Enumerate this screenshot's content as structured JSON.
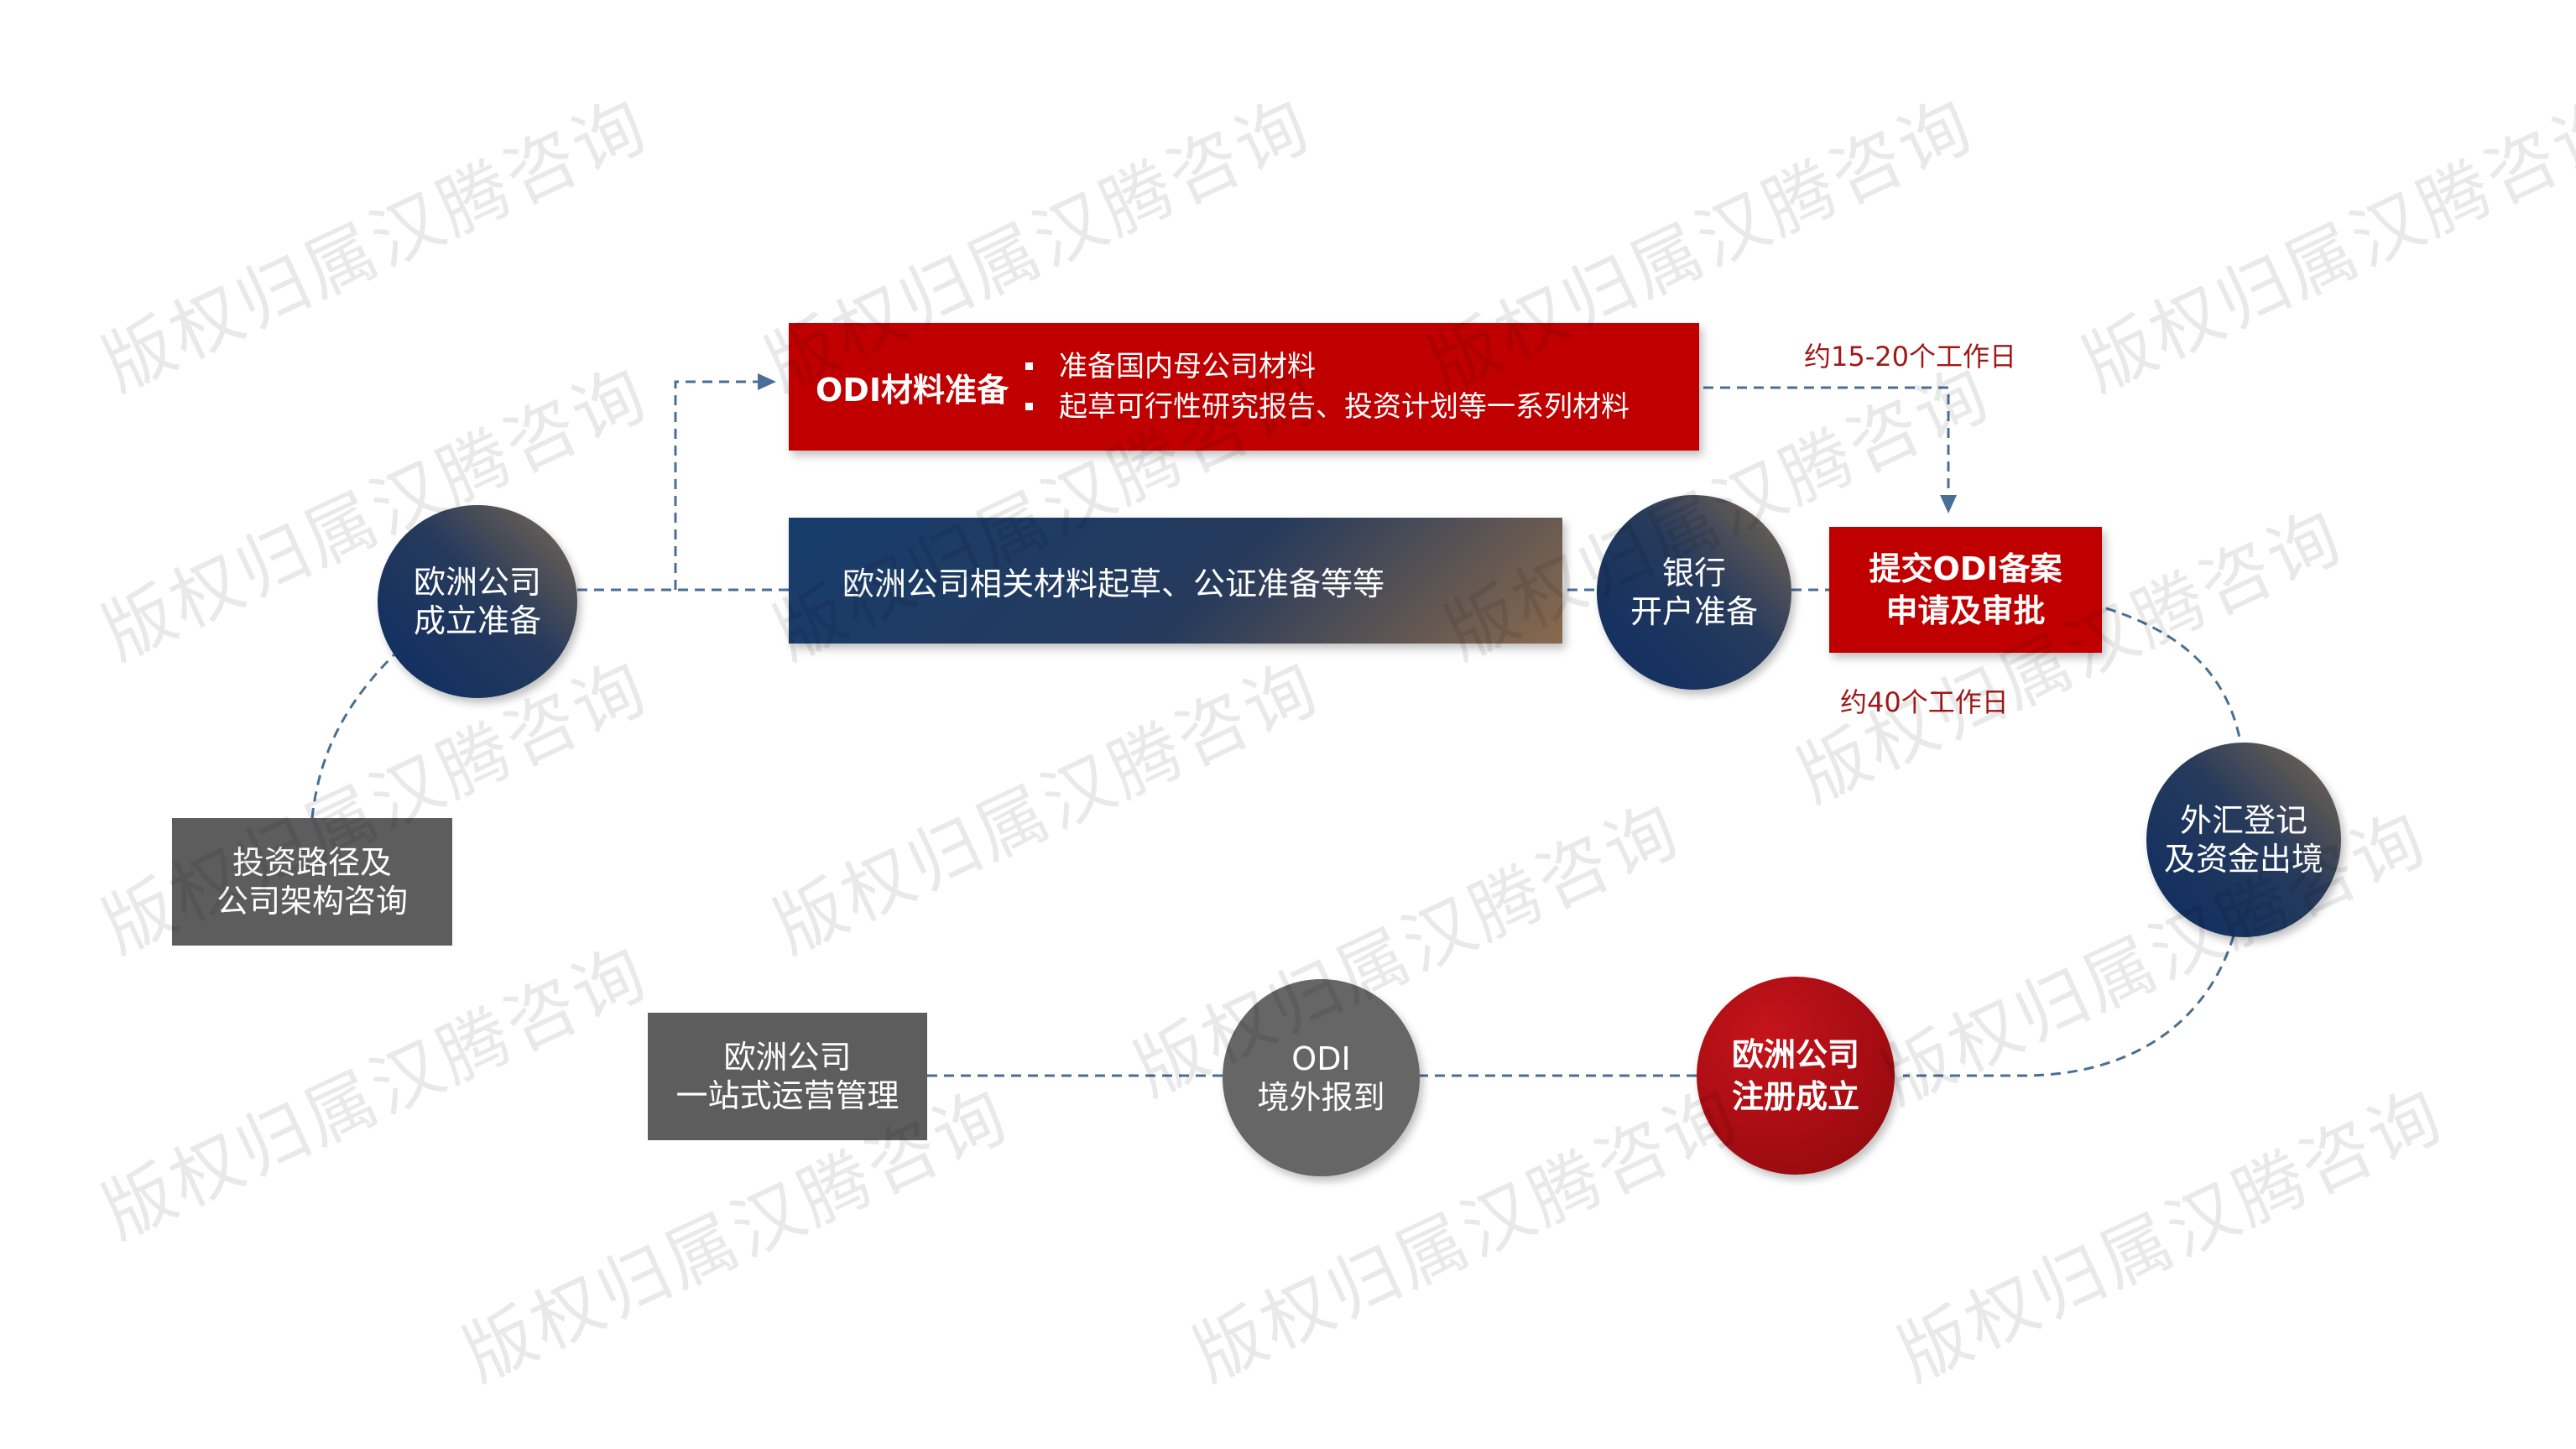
{
  "watermark": "版权归属汉腾咨询",
  "colors": {
    "red": "#c00000",
    "navy": "#0c2d62",
    "gray": "#5d5d5d",
    "connector": "#4a6f96",
    "note": "#a11818"
  },
  "steps": {
    "consult": "投资路径及\n公司架构咨询",
    "eu_setup": "欧洲公司\n成立准备",
    "odi_materials": {
      "title": "ODI材料准备",
      "items": [
        "准备国内母公司材料",
        "起草可行性研究报告、投资计划等一系列材料"
      ]
    },
    "eu_docs": "欧洲公司相关材料起草、公证准备等等",
    "bank": "银行\n开户准备",
    "odi_filing": "提交ODI备案\n申请及审批",
    "fx": "外汇登记\n及资金出境",
    "eu_registered": "欧洲公司\n注册成立",
    "odi_report": "ODI\n境外报到",
    "eu_ops": "欧洲公司\n一站式运营管理"
  },
  "notes": {
    "odi_prep_time": "约15-20个工作日",
    "approval_time": "约40个工作日"
  }
}
